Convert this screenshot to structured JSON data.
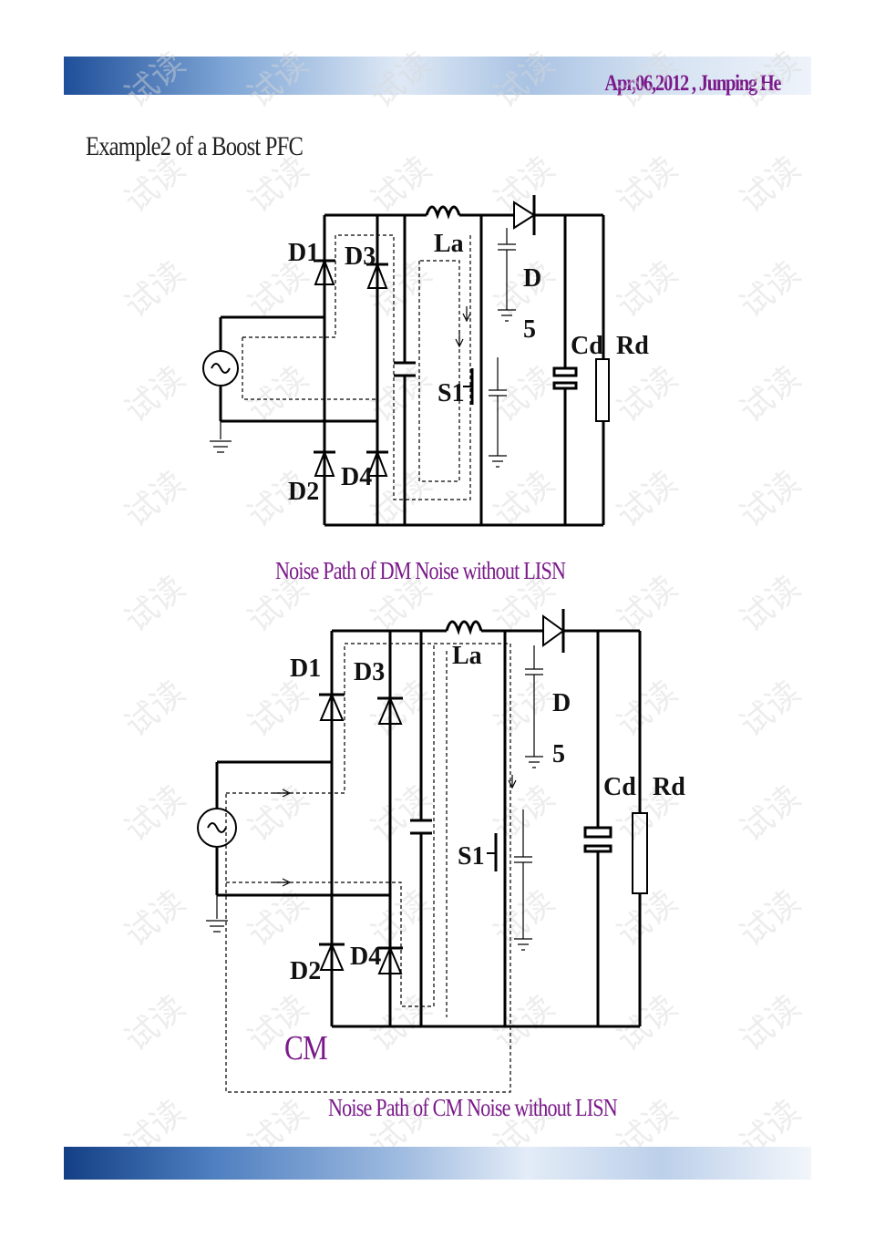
{
  "header": {
    "author_date": "Apr,06,2012 , Junping He"
  },
  "title": "Example2 of a Boost PFC",
  "dm_diagram": {
    "caption": "Noise Path of DM Noise without LISN",
    "labels": {
      "d1": "D1",
      "d2": "D2",
      "d3": "D3",
      "d4": "D4",
      "la": "La",
      "d5a": "D",
      "d5b": "5",
      "s1": "S1",
      "cd": "Cd",
      "rd": "Rd"
    }
  },
  "cm_diagram": {
    "caption": "Noise Path of CM Noise without LISN",
    "cm_label": "CM",
    "labels": {
      "d1": "D1",
      "d2": "D2",
      "d3": "D3",
      "d4": "D4",
      "la": "La",
      "d5a": "D",
      "d5b": "5",
      "s1": "S1",
      "cd": "Cd",
      "rd": "Rd"
    }
  },
  "watermark": "试读",
  "colors": {
    "caption": "#7b1a8a",
    "header": "#7a1a8a"
  }
}
